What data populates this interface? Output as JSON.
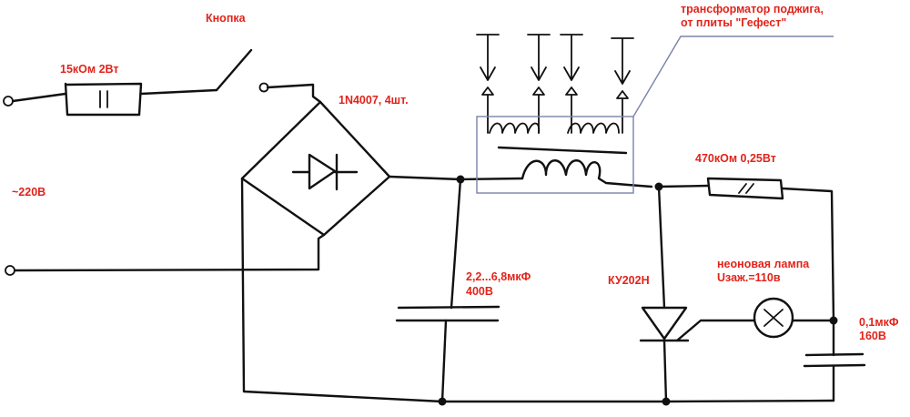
{
  "labels": {
    "button": "Кнопка",
    "resistor_in": "15кОм 2Вт",
    "diodes": "1N4007, 4шт.",
    "transformer_line1": "трансформатор поджига,",
    "transformer_line2": "от плиты \"Гефест\"",
    "mains": "~220В",
    "resistor_2": "470кОм 0,25Вт",
    "neon_line1": "неоновая лампа",
    "neon_line2": "Uзаж.=110в",
    "thyristor": "КУ202Н",
    "cap_main_line1": "2,2...6,8мкФ",
    "cap_main_line2": "400В",
    "cap_small_line1": "0,1мкФ",
    "cap_small_line2": "160В"
  },
  "colors": {
    "label": "#e2231a",
    "wire": "#111111",
    "transformer_box": "#7b82a8"
  }
}
